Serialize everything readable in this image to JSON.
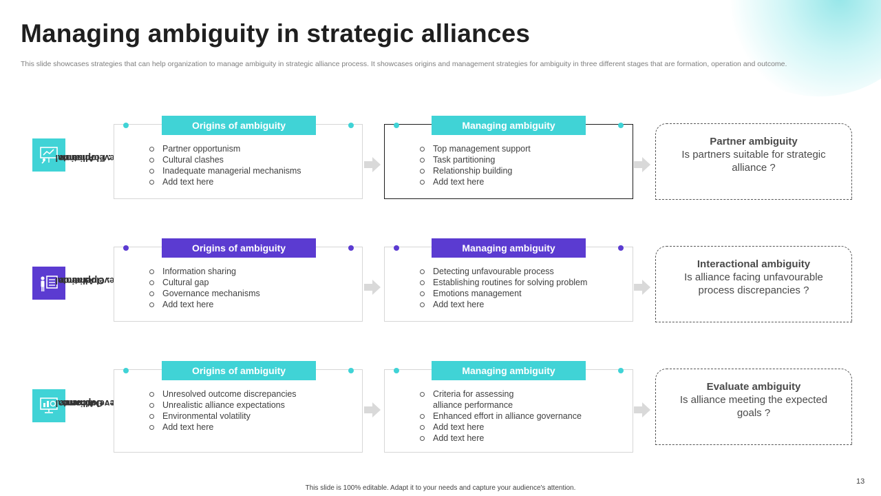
{
  "title": "Managing ambiguity in strategic alliances",
  "subtitle": "This slide showcases strategies that can help organization to manage ambiguity in strategic alliance process. It showcases origins and management strategies for ambiguity in three different stages that are formation, operation and outcome.",
  "colors": {
    "teal": "#40d3d6",
    "purple": "#5b3bd1",
    "arrow": "#d9d9d9"
  },
  "rows": [
    {
      "stage_label": "Alliance developmental stage : Formation",
      "stage_lines": [
        "Alliance",
        "developmental",
        "stage : Formation"
      ],
      "icon": "presentation-board-icon",
      "accent": "teal",
      "origins_header": "Origins of ambiguity",
      "origins_items": [
        "Partner opportunism",
        "Cultural clashes",
        "Inadequate  managerial  mechanisms",
        "Add text here"
      ],
      "managing_header": "Managing ambiguity",
      "managing_items": [
        "Top management  support",
        "Task partitioning",
        "Relationship  building",
        "Add text here"
      ],
      "result_title": "Partner ambiguity",
      "result_text": "Is partners suitable for strategic alliance ?"
    },
    {
      "stage_label": "Alliance developmental stage : Operation",
      "stage_lines": [
        "Alliance",
        "developmental",
        "stage : Operation"
      ],
      "icon": "presenter-checklist-icon",
      "accent": "purple",
      "origins_header": "Origins of ambiguity",
      "origins_items": [
        "Information  sharing",
        "Cultural gap",
        "Governance  mechanisms",
        "Add text here"
      ],
      "managing_header": "Managing ambiguity",
      "managing_items": [
        "Detecting unfavourable  process",
        "Establishing routines for solving problem",
        "Emotions management",
        "Add text here"
      ],
      "result_title": "Interactional ambiguity",
      "result_text": "Is alliance facing unfavourable process discrepancies ?"
    },
    {
      "stage_label": "Alliance developmental stage : Outcome",
      "stage_lines": [
        "Alliance",
        "developmental",
        "stage : Outcome"
      ],
      "icon": "monitor-dashboard-icon",
      "accent": "teal",
      "origins_header": "Origins of ambiguity",
      "origins_items": [
        "Unresolved  outcome discrepancies",
        "Unrealistic alliance expectations",
        "Environmental  volatility",
        "Add text here"
      ],
      "managing_header": "Managing ambiguity",
      "managing_items": [
        "Criteria for assessing",
        "alliance performance",
        "Enhanced effort  in alliance governance",
        "Add text here",
        "Add text here"
      ],
      "result_title": "Evaluate ambiguity",
      "result_text": "Is alliance meeting the expected goals ?"
    }
  ],
  "footer": "This slide is 100% editable.  Adapt it to your needs and capture your audience's attention.",
  "page_number": "13"
}
